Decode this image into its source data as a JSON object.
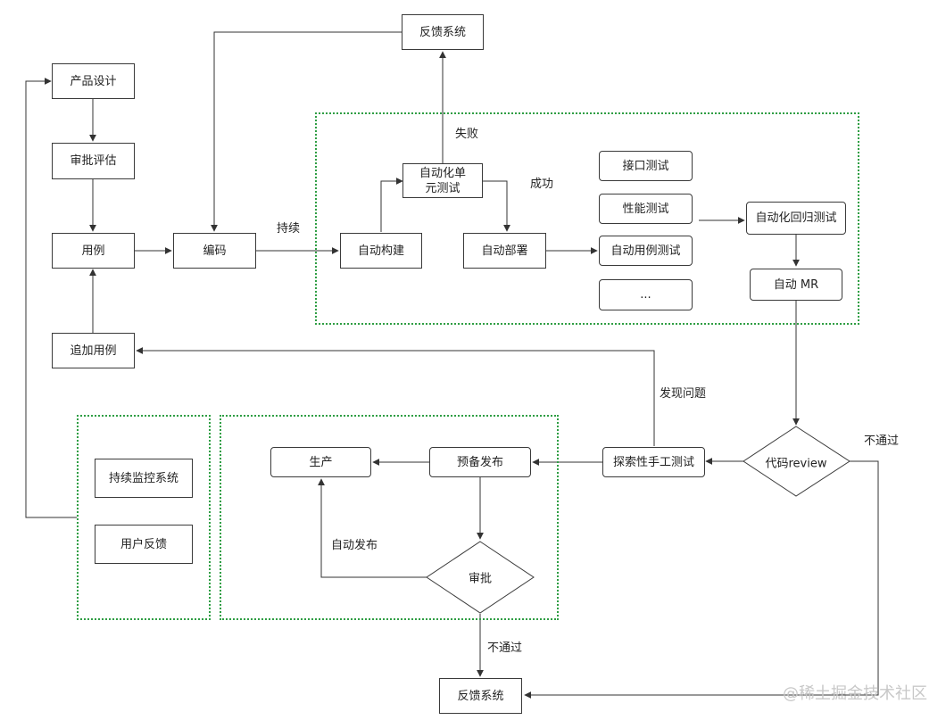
{
  "nodes": {
    "feedback_top": "反馈系统",
    "product_design": "产品设计",
    "approval_eval": "审批评估",
    "use_case": "用例",
    "add_use_case": "追加用例",
    "coding": "编码",
    "auto_build": "自动构建",
    "auto_unit_test": "自动化单元测试",
    "auto_deploy": "自动部署",
    "api_test": "接口测试",
    "perf_test": "性能测试",
    "auto_case_test": "自动用例测试",
    "more_tests": "...",
    "auto_regression": "自动化回归测试",
    "auto_mr": "自动 MR",
    "code_review": "代码review",
    "exploratory_test": "探索性手工测试",
    "pre_release": "预备发布",
    "production": "生产",
    "approval": "审批",
    "feedback_bottom": "反馈系统",
    "monitoring": "持续监控系统",
    "user_feedback": "用户反馈"
  },
  "edge_labels": {
    "continuous": "持续",
    "failure": "失败",
    "success": "成功",
    "issue_found": "发现问题",
    "rejected_review": "不通过",
    "auto_release": "自动发布",
    "rejected_approval": "不通过"
  },
  "watermark": "@稀土掘金技术社区",
  "colors": {
    "border": "#3a3a3a",
    "zone": "#2f9e44",
    "arrow": "#333333"
  }
}
